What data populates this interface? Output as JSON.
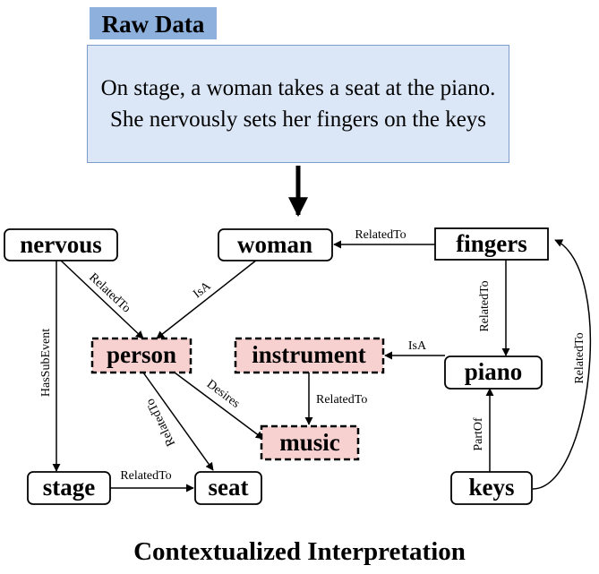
{
  "raw": {
    "title": "Raw Data",
    "text": "On stage, a woman takes a seat at the piano. She nervously sets her fingers on the keys"
  },
  "footer": "Contextualized Interpretation",
  "colors": {
    "highlight_fill": "#f7d0d0",
    "raw_fill": "#dbe7f7",
    "title_fill": "#8eb0dd"
  },
  "nodes": {
    "nervous": "nervous",
    "woman": "woman",
    "fingers": "fingers",
    "person": "person",
    "instrument": "instrument",
    "piano": "piano",
    "music": "music",
    "stage": "stage",
    "seat": "seat",
    "keys": "keys"
  },
  "edges": {
    "fingers_woman": "RelatedTo",
    "nervous_person": "RelatedTo",
    "woman_person": "IsA",
    "fingers_piano": "RelatedTo",
    "nervous_stage": "HasSubEvent",
    "piano_instrument": "IsA",
    "keys_fingers": "RelatedTo",
    "person_seat": "RelatedTo",
    "person_music": "Desires",
    "instrument_music": "RelatedTo",
    "keys_piano": "PartOf",
    "stage_seat": "RelatedTo"
  }
}
